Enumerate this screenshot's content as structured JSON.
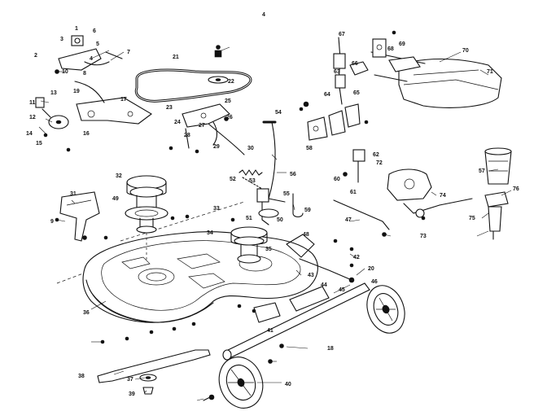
{
  "header": {
    "corner_mark": "4"
  },
  "callouts": [
    {
      "id": "c1",
      "text": "1"
    },
    {
      "id": "c2",
      "text": "2"
    },
    {
      "id": "c3",
      "text": "3"
    },
    {
      "id": "c4",
      "text": "4"
    },
    {
      "id": "c5",
      "text": "5"
    },
    {
      "id": "c6",
      "text": "6"
    },
    {
      "id": "c7",
      "text": "7"
    },
    {
      "id": "c8",
      "text": "8"
    },
    {
      "id": "c9",
      "text": "9"
    },
    {
      "id": "c10",
      "text": "10"
    },
    {
      "id": "c11",
      "text": "11"
    },
    {
      "id": "c12",
      "text": "12"
    },
    {
      "id": "c13",
      "text": "13"
    },
    {
      "id": "c14",
      "text": "14"
    },
    {
      "id": "c15",
      "text": "15"
    },
    {
      "id": "c16",
      "text": "16"
    },
    {
      "id": "c17",
      "text": "17"
    },
    {
      "id": "c18",
      "text": "18"
    },
    {
      "id": "c19",
      "text": "19"
    },
    {
      "id": "c20",
      "text": "20"
    },
    {
      "id": "c21",
      "text": "21"
    },
    {
      "id": "c22",
      "text": "22"
    },
    {
      "id": "c23",
      "text": "23"
    },
    {
      "id": "c24",
      "text": "24"
    },
    {
      "id": "c25",
      "text": "25"
    },
    {
      "id": "c26",
      "text": "26"
    },
    {
      "id": "c27",
      "text": "27"
    },
    {
      "id": "c28",
      "text": "28"
    },
    {
      "id": "c29",
      "text": "29"
    },
    {
      "id": "c30",
      "text": "30"
    },
    {
      "id": "c31",
      "text": "31"
    },
    {
      "id": "c32",
      "text": "32"
    },
    {
      "id": "c33",
      "text": "33"
    },
    {
      "id": "c34",
      "text": "34"
    },
    {
      "id": "c35",
      "text": "35"
    },
    {
      "id": "c36",
      "text": "36"
    },
    {
      "id": "c37",
      "text": "37"
    },
    {
      "id": "c38",
      "text": "38"
    },
    {
      "id": "c39",
      "text": "39"
    },
    {
      "id": "c40",
      "text": "40"
    },
    {
      "id": "c41",
      "text": "41"
    },
    {
      "id": "c42",
      "text": "42"
    },
    {
      "id": "c43",
      "text": "43"
    },
    {
      "id": "c44",
      "text": "44"
    },
    {
      "id": "c45",
      "text": "45"
    },
    {
      "id": "c46",
      "text": "46"
    },
    {
      "id": "c47",
      "text": "47"
    },
    {
      "id": "c48",
      "text": "48"
    },
    {
      "id": "c49",
      "text": "49"
    },
    {
      "id": "c50",
      "text": "50"
    },
    {
      "id": "c51",
      "text": "51"
    },
    {
      "id": "c52",
      "text": "52"
    },
    {
      "id": "c53",
      "text": "53"
    },
    {
      "id": "c54",
      "text": "54"
    },
    {
      "id": "c55",
      "text": "55"
    },
    {
      "id": "c56",
      "text": "56"
    },
    {
      "id": "c57",
      "text": "57"
    },
    {
      "id": "c58",
      "text": "58"
    },
    {
      "id": "c59",
      "text": "59"
    },
    {
      "id": "c60",
      "text": "60"
    },
    {
      "id": "c61",
      "text": "61"
    },
    {
      "id": "c62",
      "text": "62"
    },
    {
      "id": "c63",
      "text": "63"
    },
    {
      "id": "c64",
      "text": "64"
    },
    {
      "id": "c65",
      "text": "65"
    },
    {
      "id": "c66",
      "text": "66"
    },
    {
      "id": "c67",
      "text": "67"
    },
    {
      "id": "c68",
      "text": "68"
    },
    {
      "id": "c69",
      "text": "69"
    },
    {
      "id": "c70",
      "text": "70"
    },
    {
      "id": "c71",
      "text": "71"
    },
    {
      "id": "c72",
      "text": "72"
    },
    {
      "id": "c73",
      "text": "73"
    },
    {
      "id": "c74",
      "text": "74"
    },
    {
      "id": "c75",
      "text": "75"
    },
    {
      "id": "c76",
      "text": "76"
    }
  ]
}
